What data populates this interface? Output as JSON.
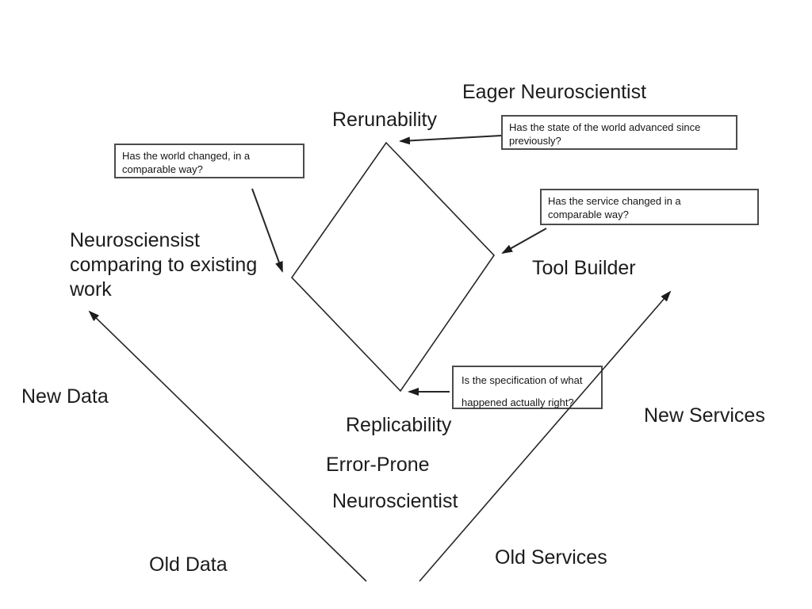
{
  "slide": {
    "labels": {
      "eager_neuroscientist": "Eager Neuroscientist",
      "rerunability": "Rerunability",
      "neuroscientist_comparing": "Neurosciensist comparing to existing work",
      "tool_builder": "Tool Builder",
      "new_data": "New Data",
      "replicability": "Replicability",
      "new_services": "New Services",
      "error_prone": "Error-Prone",
      "neuroscientist": "Neuroscientist",
      "old_data": "Old Data",
      "old_services": "Old Services"
    },
    "callouts": {
      "world_advanced": {
        "line1": "Has the state of the world advanced since",
        "line2": "previously?"
      },
      "world_changed": {
        "line1": "Has the world changed, in a",
        "line2": "comparable way?"
      },
      "service_changed": {
        "line1": "Has the service changed in a",
        "line2": "comparable way?"
      },
      "specification_right": {
        "line1": "Is the specification of what",
        "line2": "happened actually right?"
      }
    },
    "colors": {
      "background": "#ffffff",
      "text": "#1c1c1c",
      "callout_border": "#4c4c4c",
      "line": "#262626"
    }
  }
}
